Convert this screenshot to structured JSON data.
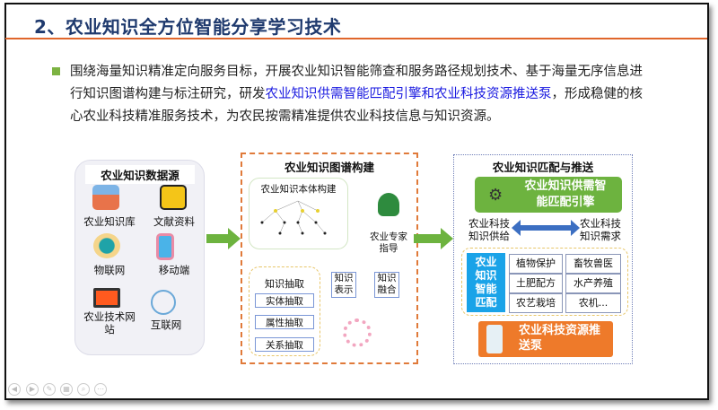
{
  "title": "2、农业知识全方位智能分享学习技术",
  "paragraph": {
    "pre": "围绕海量知识精准定向服务目标，开展农业知识智能筛查和服务路径规划技术、基于海量无序信息进行知识图谱构建与标注研究，研发",
    "highlight": "农业知识供需智能匹配引擎和农业科技资源推送泵",
    "post": "，形成稳健的核心农业科技精准服务技术，为农民按需精准提供农业科技信息与知识资源。"
  },
  "sources": {
    "title": "农业知识数据源",
    "items": [
      {
        "label": "农业知识库",
        "icon": "books-icon"
      },
      {
        "label": "文献资料",
        "icon": "document-icon"
      },
      {
        "label": "物联网",
        "icon": "iot-icon"
      },
      {
        "label": "移动端",
        "icon": "mobile-icon"
      },
      {
        "label": "农业技术网站",
        "icon": "monitor-icon"
      },
      {
        "label": "互联网",
        "icon": "network-icon"
      }
    ]
  },
  "graph": {
    "title": "农业知识图谱构建",
    "ontology": "农业知识本体构建",
    "expert": "农业专家指导",
    "extract": "知识抽取",
    "extract_items": [
      "实体抽取",
      "属性抽取",
      "关系抽取"
    ],
    "repr": "知识表示",
    "fusion": "知识融合"
  },
  "match": {
    "title": "农业知识匹配与推送",
    "engine": "农业知识供需智能匹配引擎",
    "supply": "农业科技知识供给",
    "demand": "农业科技知识需求",
    "smart": "农业知识智能匹配",
    "cells": [
      "植物保护",
      "畜牧兽医",
      "土肥配方",
      "水产养殖",
      "农艺栽培",
      "农机..."
    ],
    "pump": "农业科技资源推送泵"
  },
  "colors": {
    "title": "#1f3a6e",
    "accent": "#e0662b",
    "green": "#6db33f",
    "blue": "#1aa3e8",
    "orange": "#ee7a2a"
  }
}
